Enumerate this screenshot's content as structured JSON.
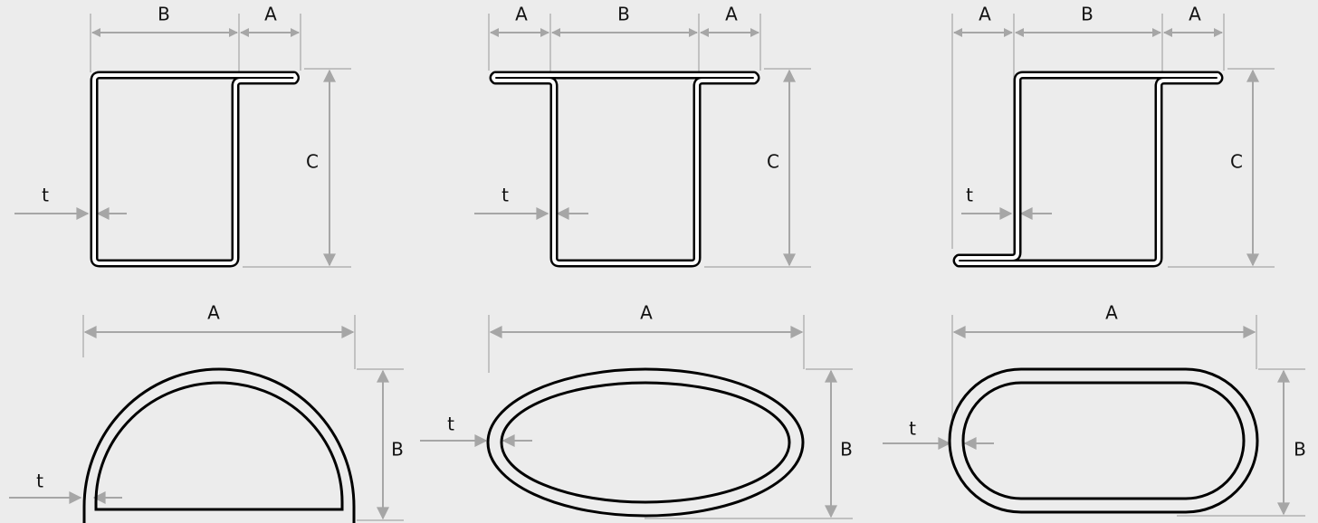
{
  "labels": {
    "a": "A",
    "b": "B",
    "c": "C",
    "t": "t"
  },
  "colors": {
    "background": "#ececec",
    "dimension": "#a6a6a6",
    "profile": "#000000"
  },
  "profiles": [
    {
      "id": "z-profile-top-hook",
      "shape": "profile"
    },
    {
      "id": "t-profile",
      "shape": "profile"
    },
    {
      "id": "z-profile",
      "shape": "profile"
    },
    {
      "id": "half-round",
      "shape": "section"
    },
    {
      "id": "ellipse",
      "shape": "section"
    },
    {
      "id": "flat-oval",
      "shape": "section"
    }
  ]
}
